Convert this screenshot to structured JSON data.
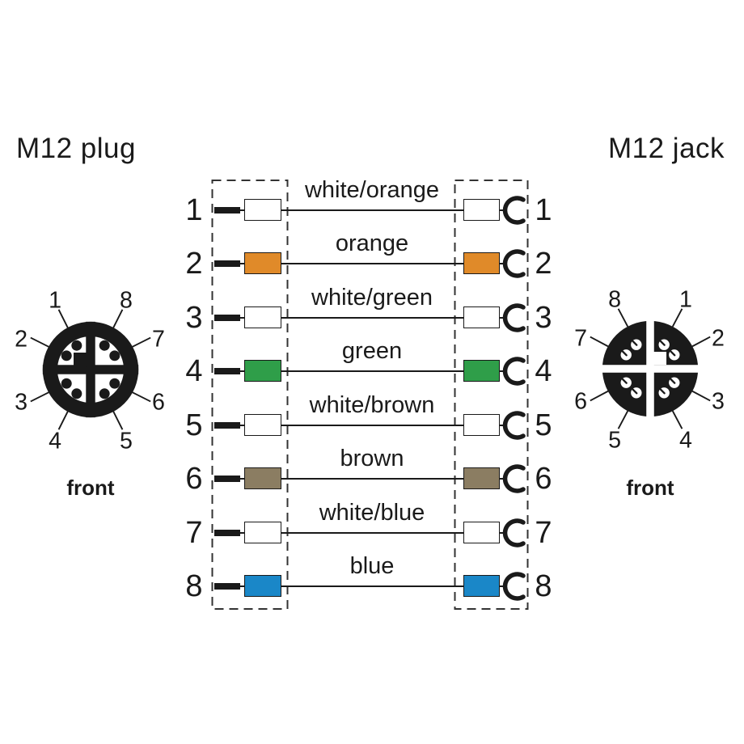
{
  "diagram": {
    "plug": {
      "title": "M12 plug",
      "front_label": "front",
      "pins": {
        "p1": "1",
        "p2": "2",
        "p3": "3",
        "p4": "4",
        "p5": "5",
        "p6": "6",
        "p7": "7",
        "p8": "8"
      }
    },
    "jack": {
      "title": "M12 jack",
      "front_label": "front",
      "pins": {
        "p1": "1",
        "p2": "2",
        "p3": "3",
        "p4": "4",
        "p5": "5",
        "p6": "6",
        "p7": "7",
        "p8": "8"
      }
    },
    "colors": {
      "line": "#1a1a1a",
      "white": "#ffffff",
      "orange": "#e08a29",
      "green": "#2f9e49",
      "brown": "#8b7d62",
      "blue": "#1a87c8"
    }
  },
  "wires": [
    {
      "left_pin": "1",
      "right_pin": "1",
      "label": "white/orange",
      "color": "#ffffff"
    },
    {
      "left_pin": "2",
      "right_pin": "2",
      "label": "orange",
      "color": "#e08a29"
    },
    {
      "left_pin": "3",
      "right_pin": "3",
      "label": "white/green",
      "color": "#ffffff"
    },
    {
      "left_pin": "4",
      "right_pin": "4",
      "label": "green",
      "color": "#2f9e49"
    },
    {
      "left_pin": "5",
      "right_pin": "5",
      "label": "white/brown",
      "color": "#ffffff"
    },
    {
      "left_pin": "6",
      "right_pin": "6",
      "label": "brown",
      "color": "#8b7d62"
    },
    {
      "left_pin": "7",
      "right_pin": "7",
      "label": "white/blue",
      "color": "#ffffff"
    },
    {
      "left_pin": "8",
      "right_pin": "8",
      "label": "blue",
      "color": "#1a87c8"
    }
  ]
}
